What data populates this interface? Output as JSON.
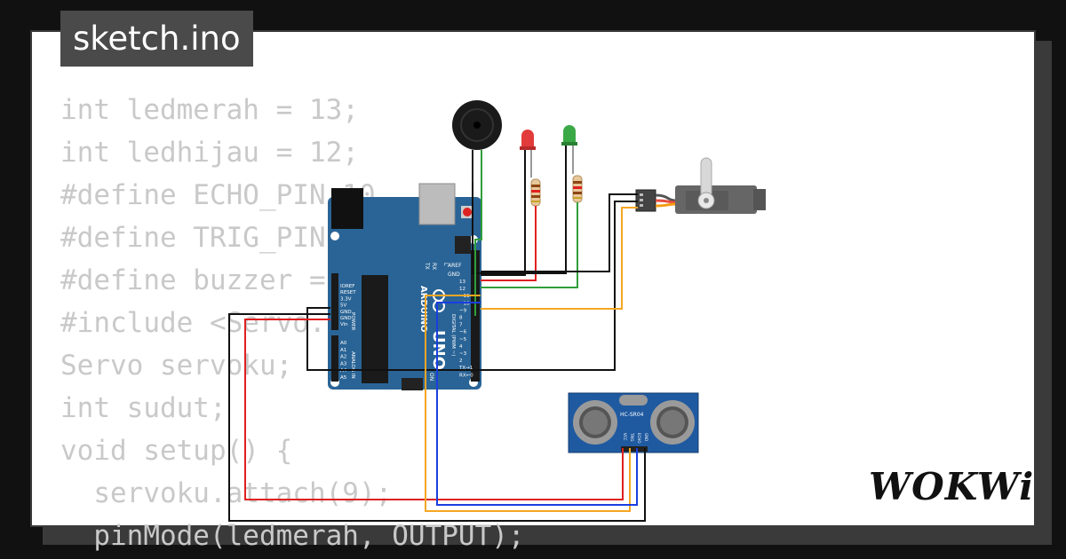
{
  "file_tab": {
    "label": "sketch.ino"
  },
  "code_lines": [
    "int ledmerah = 13;",
    "int ledhijau = 12;",
    "#define ECHO_PIN 10",
    "#define TRIG_PIN 11",
    "#define buzzer = 8",
    "#include <Servo.h>",
    "Servo servoku;",
    "int sudut;",
    "void setup() {",
    "  servoku.attach(9);",
    "  pinMode(ledmerah, OUTPUT);"
  ],
  "arduino": {
    "brand": "ARDUINO",
    "model": "UNO",
    "aref": "AREF",
    "gnd": "GND",
    "pins": [
      "13",
      "12",
      "~11",
      "~10",
      "~9",
      "8",
      "7",
      "~6",
      "~5",
      "4",
      "~3",
      "2",
      "TX→1",
      "RX←0"
    ],
    "digital_label": "DIGITAL (PWM ~)",
    "power_pins": [
      "IOREF",
      "RESET",
      "3.3V",
      "5V",
      "GND",
      "GND",
      "Vin"
    ],
    "power_label": "POWER",
    "analog_pins": [
      "A0",
      "A1",
      "A2",
      "A3",
      "A4",
      "A5"
    ],
    "analog_label": "ANALOG IN",
    "tx": "TX",
    "rx": "RX",
    "l": "L",
    "on": "ON"
  },
  "sensor": {
    "label": "HC-SR04",
    "pins": [
      "VCC",
      "TRIG",
      "ECHO",
      "GND"
    ]
  },
  "logo": {
    "text": "WOKWi"
  },
  "colors": {
    "board": "#2a6496",
    "wire_red": "#e02020",
    "wire_green": "#2f9e3a",
    "wire_black": "#111111",
    "wire_orange": "#f5a623",
    "wire_blue": "#1a3ee0",
    "servo_wire_red": "#e74c3c",
    "servo_wire_orange": "#f39c12"
  }
}
